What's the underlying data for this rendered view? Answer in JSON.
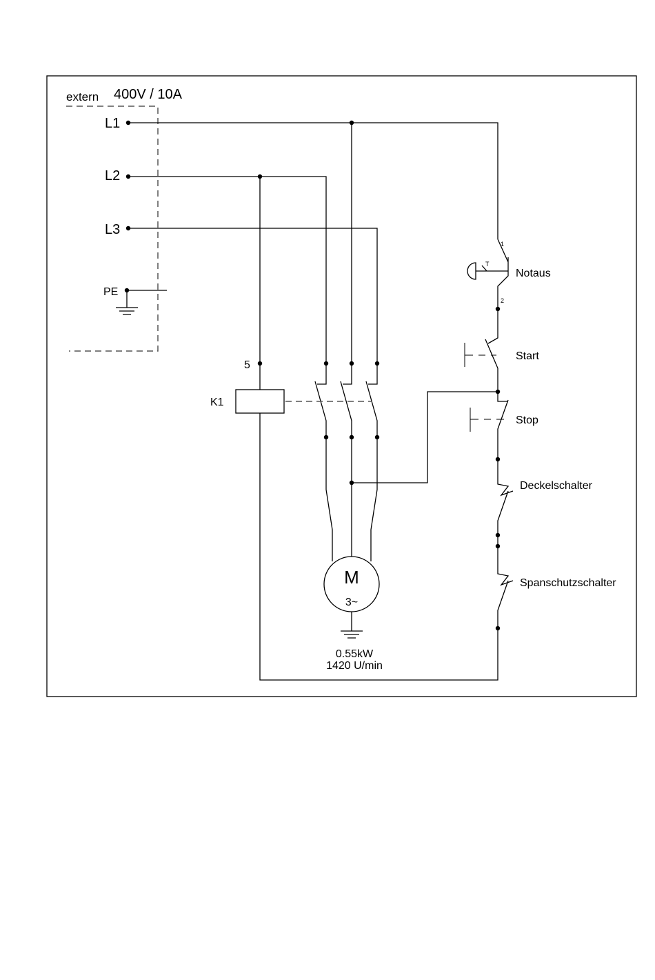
{
  "supply": {
    "extern_label": "extern",
    "rating": "400V / 10A"
  },
  "phases": {
    "l1": "L1",
    "l2": "L2",
    "l3": "L3",
    "pe": "PE"
  },
  "contactor": {
    "label": "K1",
    "terminal": "5"
  },
  "switches": {
    "notaus": "Notaus",
    "notaus_pin1": "1",
    "notaus_pin2": "2",
    "notaus_mark": "T",
    "start": "Start",
    "stop": "Stop",
    "deckel": "Deckelschalter",
    "spanschutz": "Spanschutzschalter"
  },
  "motor": {
    "symbol": "M",
    "phase_text": "3~",
    "power": "0.55kW",
    "speed": "1420 U/min"
  }
}
